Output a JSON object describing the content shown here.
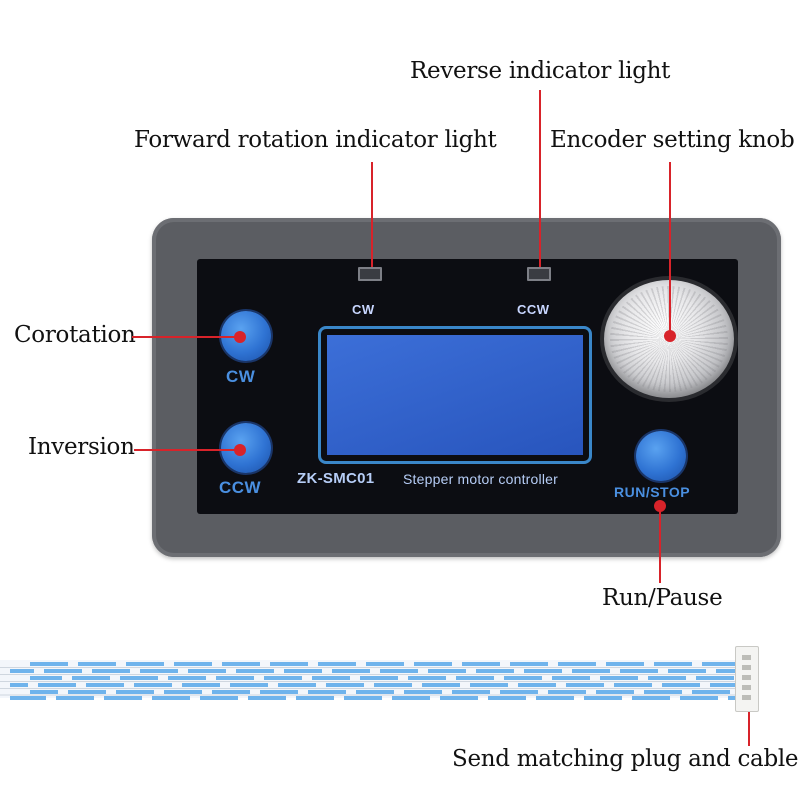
{
  "callouts": {
    "reverse_light": "Reverse indicator light",
    "forward_light": "Forward rotation indicator light",
    "encoder_knob": "Encoder setting knob",
    "corotation": "Corotation",
    "inversion": "Inversion",
    "run_pause": "Run/Pause",
    "plug_cable": "Send matching plug and cable"
  },
  "panel": {
    "led_cw_label": "CW",
    "led_ccw_label": "CCW",
    "btn_cw_label": "CW",
    "btn_ccw_label": "CCW",
    "btn_run_label": "RUN/STOP",
    "model": "ZK-SMC01",
    "title": "Stepper motor controller"
  },
  "colors": {
    "callout_line": "#d8232a",
    "button_blue": "#2f73d3",
    "lcd_blue": "#2f5fc9",
    "housing_gray": "#5b5d62"
  }
}
